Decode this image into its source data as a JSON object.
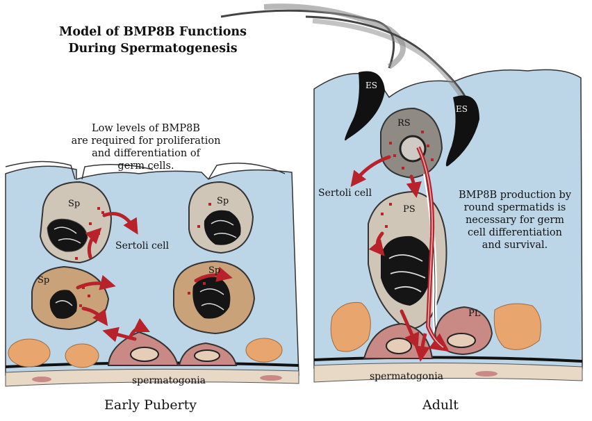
{
  "title": {
    "line1": "Model of BMP8B Functions",
    "line2": "During Spermatogenesis"
  },
  "left_panel": {
    "note": [
      "Low levels of BMP8B",
      "are required for proliferation",
      "and differentiation of",
      "germ cells."
    ],
    "sertoli_label": "Sertoli cell",
    "cell_label_sp": "Sp",
    "spermatogonia_label": "spermatogonia",
    "caption": "Early Puberty"
  },
  "right_panel": {
    "note": [
      "BMP8B production by",
      "round spermatids is",
      "necessary for germ",
      "cell differentiation",
      "and survival."
    ],
    "sertoli_label": "Sertoli cell",
    "label_es": "ES",
    "label_rs": "RS",
    "label_ps": "PS",
    "label_pl": "PL",
    "spermatogonia_label": "spermatogonia",
    "caption": "Adult"
  },
  "colors": {
    "sertoli_bg": "#bcd6e8",
    "arrow_red": "#b8222a",
    "spermatocyte": "#c9a27a",
    "spermatogonia": "#c98a86",
    "interstitial": "#e8a66e",
    "elongated_spermatid": "#111111"
  }
}
